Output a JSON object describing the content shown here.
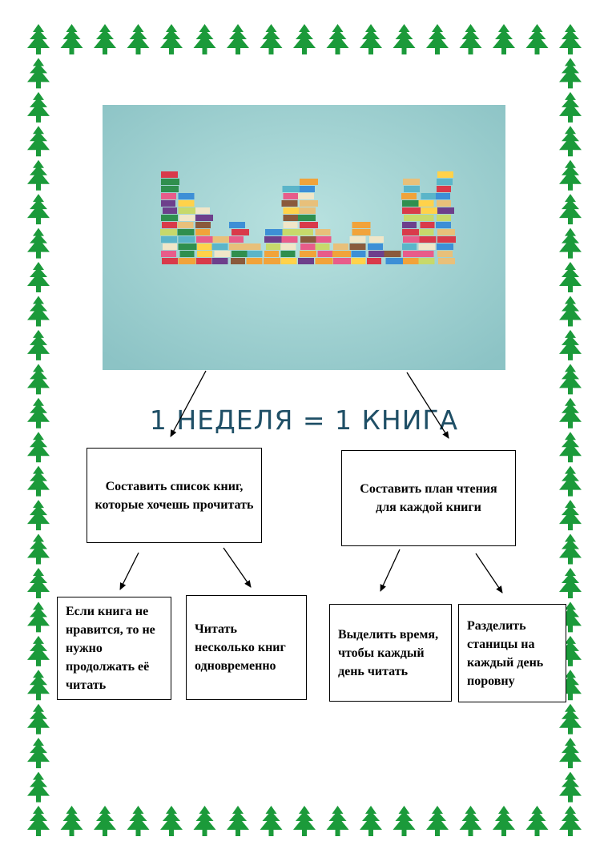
{
  "hero": {
    "title": "1 НЕДЕЛЯ = 1 КНИГА",
    "background_color": "#a9d6d6"
  },
  "boxes": {
    "list_books": "Составить список книг, которые хочешь прочитать",
    "reading_plan": "Составить план чтения для каждой книги",
    "stop_if_dislike": "Если книга не нравится, то не нужно продолжать её читать",
    "read_several": "Читать несколько книг одновременно",
    "daily_time": "Выделить время, чтобы каждый день читать",
    "split_pages": "Разделить станицы на каждый день поровну"
  },
  "decor": {
    "border_icon": "fir-tree-icon",
    "tree_color": "#1b9a3a"
  }
}
